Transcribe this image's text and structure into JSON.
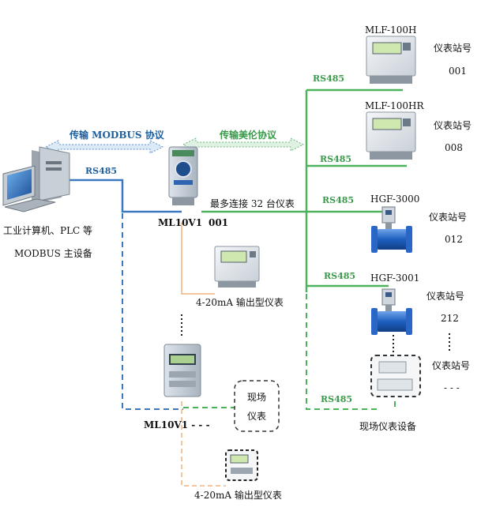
{
  "labels": {
    "protocol_modbus": "传输 MODBUS 协议",
    "protocol_meilun": "传输美伦协议",
    "rs485": "RS485",
    "master_line1": "工业计算机、PLC 等",
    "master_line2": "MODBUS 主设备",
    "converter_main_name": "ML10V1",
    "converter_main_station": "001",
    "max_connect": "最多连接 32 台仪表",
    "output_meter_label": "4-20mA 输出型仪表",
    "converter_second": "ML10V1 - - -",
    "field_meter_line1": "现场",
    "field_meter_line2": "仪表",
    "field_devices_label": "现场仪表设备",
    "station_label": "仪表站号",
    "ellipsis": "- - -"
  },
  "devices": [
    {
      "model": "MLF-100H",
      "station_label": "仪表站号",
      "station": "001"
    },
    {
      "model": "MLF-100HR",
      "station_label": "仪表站号",
      "station": "008"
    },
    {
      "model": "HGF-3000",
      "station_label": "仪表站号",
      "station": "012"
    },
    {
      "model": "HGF-3001",
      "station_label": "仪表站号",
      "station": "212"
    }
  ],
  "colors": {
    "modbus_bus": "#3a78c0",
    "meilun_bus": "#4cb25c",
    "analog_line": "#f0b27a",
    "arrow_fill": "#dce9f6",
    "pipe": "#1e5fbf"
  },
  "icons": {
    "computer": "industrial-computer-icon",
    "converter": "protocol-converter-icon",
    "panel_meter": "panel-meter-icon",
    "flow_meter": "flow-meter-icon"
  }
}
